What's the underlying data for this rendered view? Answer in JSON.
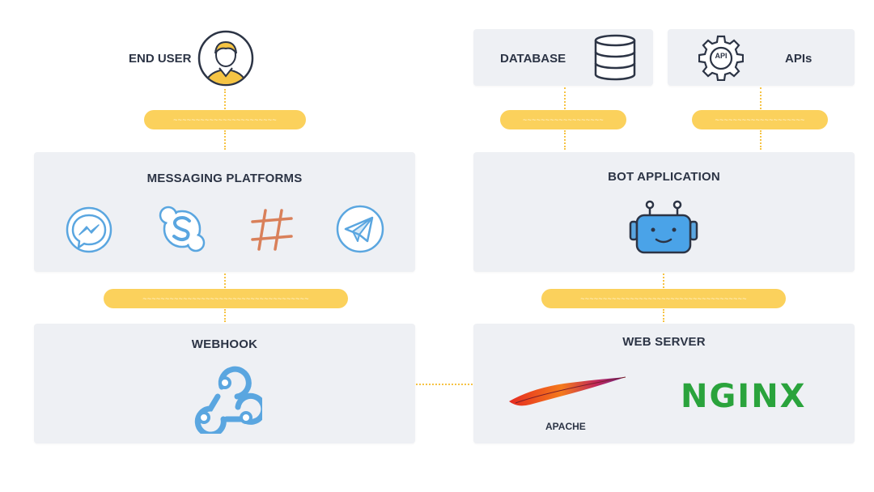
{
  "end_user": {
    "label": "END USER",
    "icon": "user-avatar-icon"
  },
  "database": {
    "label": "DATABASE",
    "icon": "database-icon"
  },
  "apis": {
    "label": "APIs",
    "icon": "api-gear-icon",
    "badge": "API"
  },
  "messaging": {
    "title": "MESSAGING PLATFORMS",
    "icons": [
      "messenger-icon",
      "skype-icon",
      "slack-icon",
      "telegram-icon"
    ]
  },
  "bot": {
    "title": "BOT APPLICATION",
    "icon": "robot-icon"
  },
  "webhook": {
    "title": "WEBHOOK",
    "icon": "webhook-icon"
  },
  "web_server": {
    "title": "WEB SERVER",
    "apache_label": "APACHE",
    "nginx_label": "NGINX"
  },
  "colors": {
    "accent": "#fbd15c",
    "panel": "#eef0f4",
    "text": "#2c3445",
    "icon_blue": "#5aa6e0",
    "nginx_green": "#2aa33c"
  }
}
